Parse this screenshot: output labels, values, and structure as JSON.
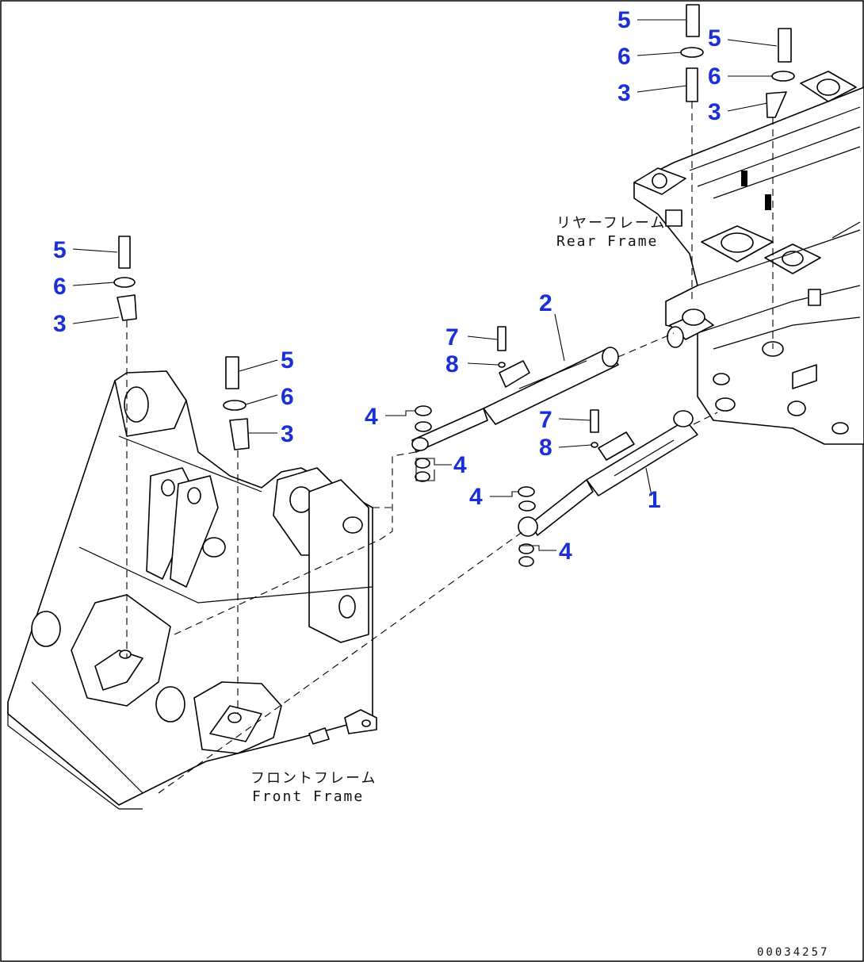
{
  "callouts": [
    {
      "id": "c5a",
      "text": "5"
    },
    {
      "id": "c6a",
      "text": "6"
    },
    {
      "id": "c3a",
      "text": "3"
    },
    {
      "id": "c5b",
      "text": "5"
    },
    {
      "id": "c6b",
      "text": "6"
    },
    {
      "id": "c3b",
      "text": "3"
    },
    {
      "id": "c2",
      "text": "2"
    },
    {
      "id": "c7a",
      "text": "7"
    },
    {
      "id": "c8a",
      "text": "8"
    },
    {
      "id": "c4a",
      "text": "4"
    },
    {
      "id": "c4b",
      "text": "4"
    },
    {
      "id": "c7b",
      "text": "7"
    },
    {
      "id": "c8b",
      "text": "8"
    },
    {
      "id": "c1",
      "text": "1"
    },
    {
      "id": "c4c",
      "text": "4"
    },
    {
      "id": "c4d",
      "text": "4"
    },
    {
      "id": "c5c",
      "text": "5"
    },
    {
      "id": "c6c",
      "text": "6"
    },
    {
      "id": "c3c",
      "text": "3"
    },
    {
      "id": "c5d",
      "text": "5"
    },
    {
      "id": "c6d",
      "text": "6"
    },
    {
      "id": "c3d",
      "text": "3"
    }
  ],
  "labels": {
    "rear_frame_jp": "リヤーフレーム",
    "rear_frame_en": "Rear Frame",
    "front_frame_jp": "フロントフレーム",
    "front_frame_en": "Front Frame",
    "document_number": "00034257"
  }
}
